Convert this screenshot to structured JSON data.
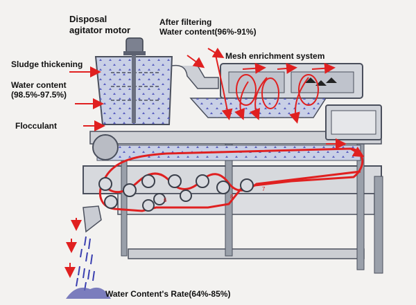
{
  "labels": {
    "disposal_motor": "Disposal\nagitator motor",
    "after_filtering": "After filtering\nWater content(96%-91%)",
    "mesh_enrichment": "Mesh enrichment system",
    "sludge_thickening": "Sludge thickening",
    "water_content_in": "Water content\n(98.5%-97.5%)",
    "flocculant": "Flocculant",
    "output_rate": "Water Content's Rate(64%-85%)"
  },
  "roller_numbers": [
    "8",
    "7",
    "6"
  ],
  "colors": {
    "flow_arrow": "#e02020",
    "machine_body": "#d7d9dd",
    "outline": "#4a4f5c",
    "water_droplet": "#3a3fb0"
  }
}
